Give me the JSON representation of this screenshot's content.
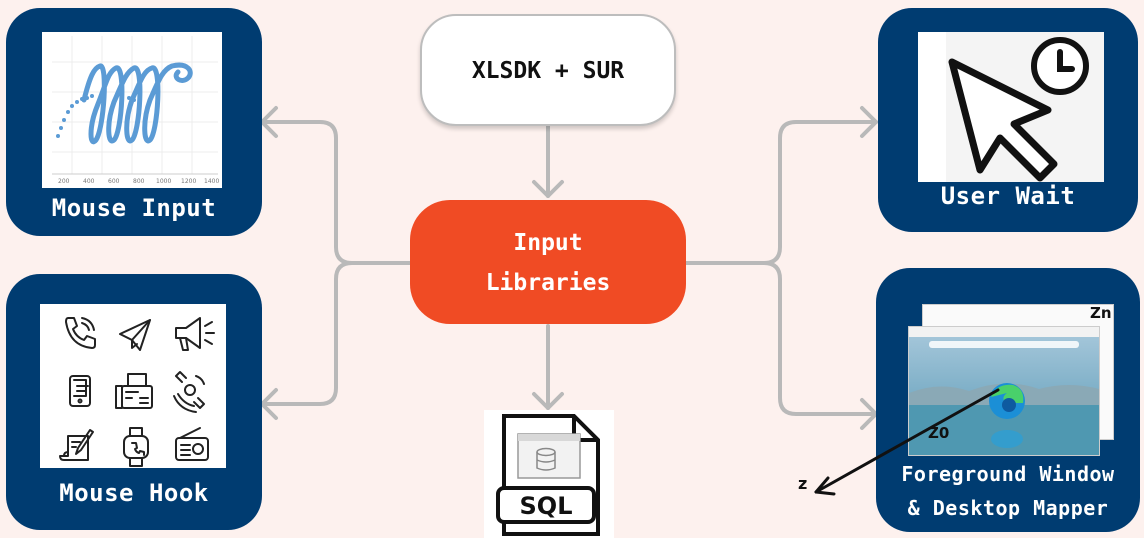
{
  "top_node": {
    "label": "XLSDK + SUR"
  },
  "center_node": {
    "line1": "Input",
    "line2": "Libraries"
  },
  "cards": {
    "mouse_input": {
      "title": "Mouse Input",
      "ticks": [
        "200",
        "400",
        "600",
        "800",
        "1000",
        "1200",
        "1400"
      ]
    },
    "mouse_hook": {
      "title": "Mouse Hook"
    },
    "user_wait": {
      "title": "User Wait"
    },
    "foreground": {
      "title_line1": "Foreground Window",
      "title_line2": "& Desktop Mapper",
      "zn_label": "Zn",
      "z0_label": "Z0",
      "axis_label": "z"
    }
  },
  "sql_icon": {
    "label": "SQL"
  },
  "icons": {
    "mouse_hook_grid": [
      "phone-icon",
      "paper-plane-icon",
      "megaphone-icon",
      "mobile-document-icon",
      "fax-icon",
      "satellite-icon",
      "scroll-pen-icon",
      "smartwatch-icon",
      "radio-icon"
    ]
  },
  "colors": {
    "card": "#003c71",
    "center": "#f04b24",
    "connector": "#b9b9b9",
    "background": "#fdf1ee",
    "scribble": "#5b9bd5"
  }
}
